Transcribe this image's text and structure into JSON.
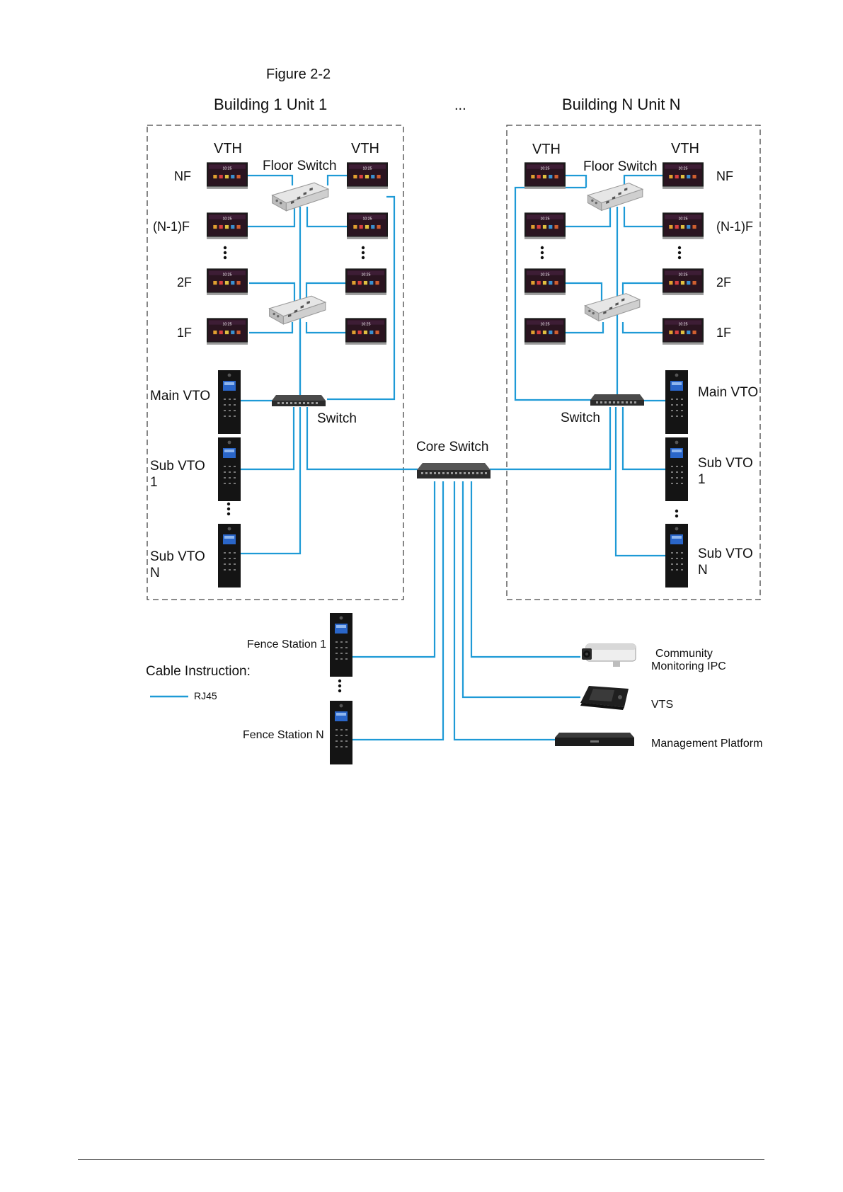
{
  "figure_caption": "Figure 2-2",
  "ellipsis": "...",
  "buildings": {
    "left": {
      "title": "Building 1 Unit 1"
    },
    "right": {
      "title": "Building N Unit N"
    }
  },
  "labels": {
    "vth": "VTH",
    "floor_switch": "Floor Switch",
    "switch": "Switch",
    "core_switch": "Core Switch",
    "nf": "NF",
    "n_minus_1f": "(N-1)F",
    "f2": "2F",
    "f1": "1F",
    "main_vto": "Main VTO",
    "sub_vto": "Sub VTO",
    "sub_vto_1_index": "1",
    "sub_vto_n_index": "N",
    "fence_station_1": "Fence Station 1",
    "fence_station_n": "Fence Station N",
    "community_ipc_line1": "Community",
    "community_ipc_line2": "Monitoring IPC",
    "vts": "VTS",
    "management_platform": "Management Platform"
  },
  "legend": {
    "title": "Cable Instruction:",
    "rj45": "RJ45"
  },
  "colors": {
    "cable": "#1e9ad6",
    "device_dark": "#1b1b1b",
    "vth_screen": "#2a1420",
    "switch_body": "#d9d9d9"
  },
  "icons": {
    "vth": "vth-monitor-icon",
    "vto": "vto-door-station-icon",
    "floor_switch": "floor-switch-icon",
    "switch": "network-switch-icon",
    "ipc": "bullet-camera-icon",
    "vts": "vts-console-icon",
    "platform": "rack-server-icon"
  }
}
